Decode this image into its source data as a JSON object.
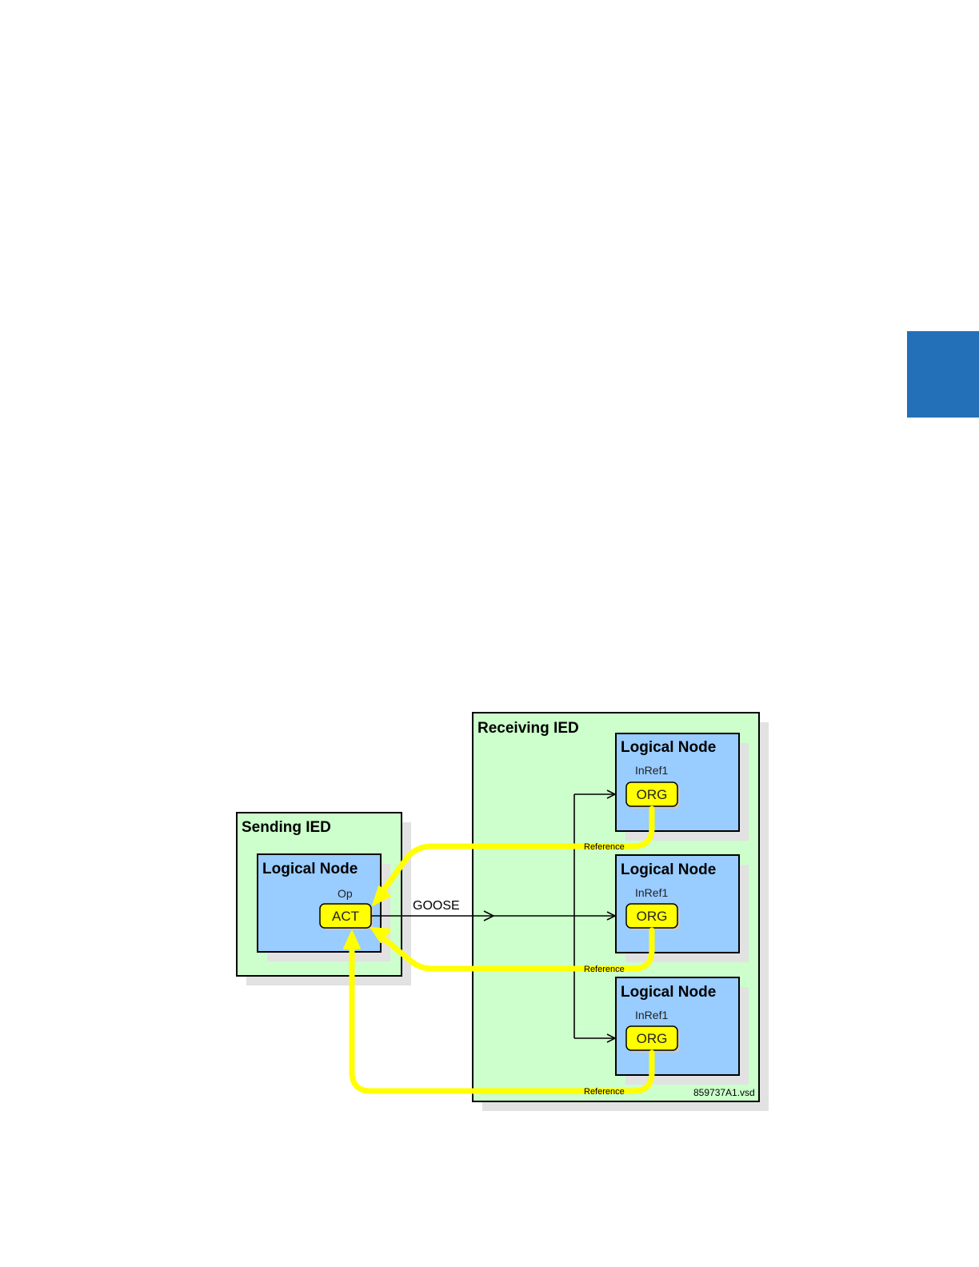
{
  "colors": {
    "tab": "#2370b9",
    "ied_fill": "#ccffcc",
    "node_fill": "#99ccff",
    "pill_fill": "#ffff00",
    "reference_stroke": "#ffff00",
    "shadow": "#e2e2e2"
  },
  "sending_ied": {
    "title": "Sending IED",
    "node": {
      "title": "Logical Node",
      "attribute": "Op",
      "pill": "ACT"
    }
  },
  "receiving_ied": {
    "title": "Receiving IED",
    "nodes": [
      {
        "title": "Logical Node",
        "attribute": "InRef1",
        "pill": "ORG",
        "reference": "Reference"
      },
      {
        "title": "Logical Node",
        "attribute": "InRef1",
        "pill": "ORG",
        "reference": "Reference"
      },
      {
        "title": "Logical Node",
        "attribute": "InRef1",
        "pill": "ORG",
        "reference": "Reference"
      }
    ]
  },
  "goose_label": "GOOSE",
  "file_label": "859737A1.vsd"
}
